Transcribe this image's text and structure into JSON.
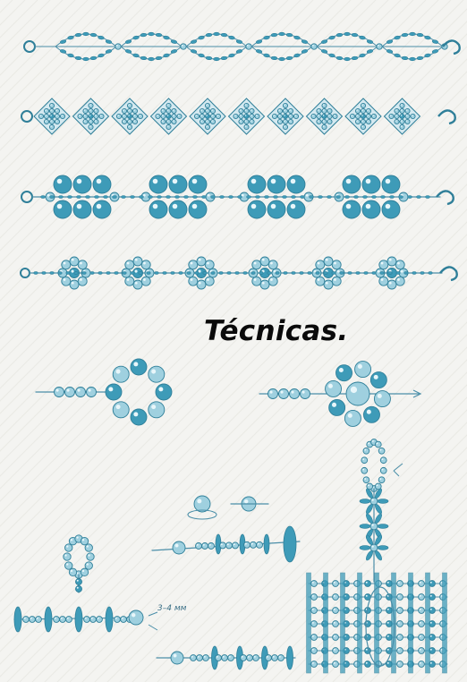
{
  "title": "Técnicas.",
  "measurement_note": "3–4 мм",
  "colors": {
    "bead_fill": "#9fd0df",
    "bead_dark": "#3e9bb8",
    "bead_stroke": "#2f7f99",
    "thread": "#4a8ea8",
    "background": "#f4f4f1"
  },
  "figures": [
    {
      "name": "bracelet-pattern-1-crossed-loops"
    },
    {
      "name": "bracelet-pattern-2-diamond-mesh"
    },
    {
      "name": "bracelet-pattern-3-large-bead-clusters"
    },
    {
      "name": "bracelet-pattern-4-flower-rings"
    },
    {
      "name": "technique-ring-start"
    },
    {
      "name": "technique-ring-with-center-bead"
    },
    {
      "name": "technique-loop-clasp"
    },
    {
      "name": "technique-rondelle-rows"
    },
    {
      "name": "technique-vertical-daisy-chain"
    },
    {
      "name": "technique-ladder-panel"
    }
  ]
}
